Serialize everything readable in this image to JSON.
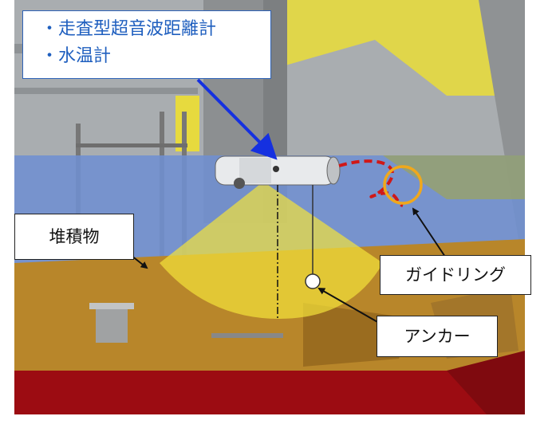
{
  "sensor_box": {
    "lines": [
      "・走査型超音波距離計",
      "・水温計"
    ],
    "color": "#1f5fbf",
    "border_color": "#2e63b8"
  },
  "labels": {
    "sediment": "堆積物",
    "guide_ring": "ガイドリング",
    "anchor": "アンカー"
  },
  "colors": {
    "water": "#6f8fd0",
    "sediment": "#b8862a",
    "sonar_cone": "#f4e23a",
    "hull_red": "#9c0c12",
    "guide_ring": "#f0a81c",
    "tether": "#d01818",
    "blue_arrow": "#1530e0"
  }
}
